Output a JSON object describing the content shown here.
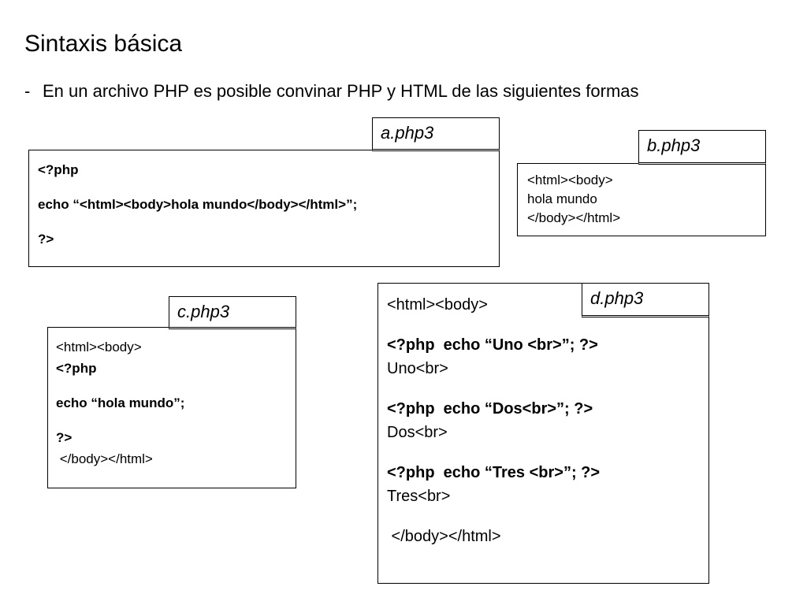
{
  "slide": {
    "title": "Sintaxis básica",
    "bullet_dash": "-",
    "bullet_text": "En un archivo PHP es posible convinar PHP y HTML de las siguientes formas"
  },
  "file_a": {
    "label": "a.php3",
    "lines": [
      "<?php",
      "",
      "echo “<html><body>hola mundo</body></html>”;",
      "",
      "?>"
    ]
  },
  "file_b": {
    "label": "b.php3",
    "lines": [
      "<html><body>",
      "hola mundo",
      "</body></html>"
    ]
  },
  "file_c": {
    "label": "c.php3",
    "lines": [
      "<html><body>",
      "<?php",
      "",
      "echo “hola mundo”;",
      "",
      "?>",
      " </body></html>"
    ]
  },
  "file_d": {
    "label": "d.php3",
    "lines": [
      "<html><body>",
      "",
      "<?php  echo “Uno <br>”; ?>",
      "Uno<br>",
      "",
      "<?php  echo “Dos<br>”; ?>",
      "Dos<br>",
      "",
      "<?php  echo “Tres <br>”; ?>",
      "Tres<br>",
      "",
      " </body></html>"
    ]
  }
}
